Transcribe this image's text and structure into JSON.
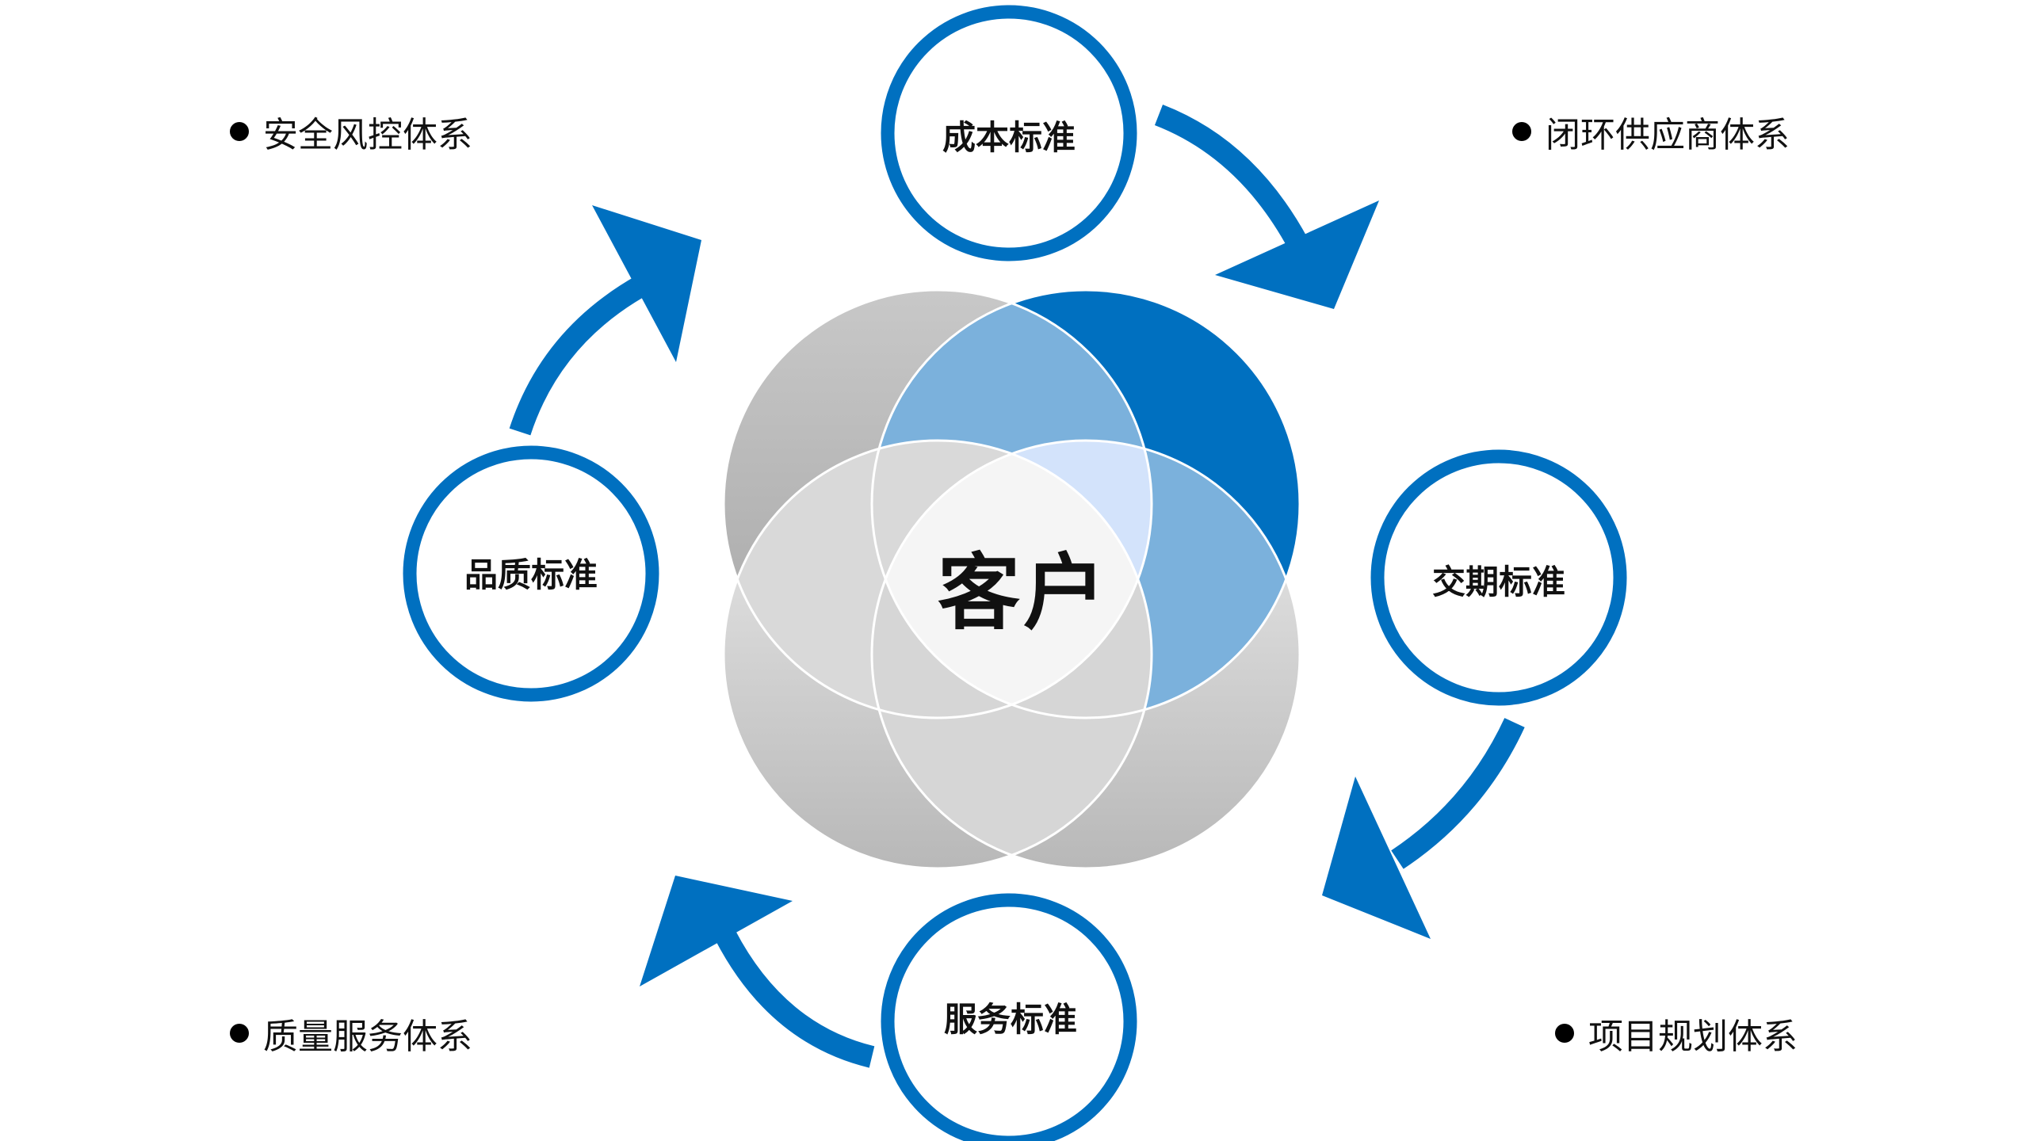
{
  "center": {
    "label": "客户"
  },
  "rings": {
    "cost": "成本标准",
    "delivery": "交期标准",
    "service": "服务标准",
    "quality": "品质标准"
  },
  "corners": {
    "top_left": "安全风控体系",
    "top_right": "闭环供应商体系",
    "bottom_left": "质量服务体系",
    "bottom_right": "项目规划体系"
  },
  "colors": {
    "accent_blue": "#0070C0",
    "light_blue": "#7BB1DC",
    "pale_blue": "#D3E3FB",
    "gray_light": "#E6E6E6",
    "gray_mid": "#BFBFBF",
    "gray_dark": "#A6A6A6"
  }
}
